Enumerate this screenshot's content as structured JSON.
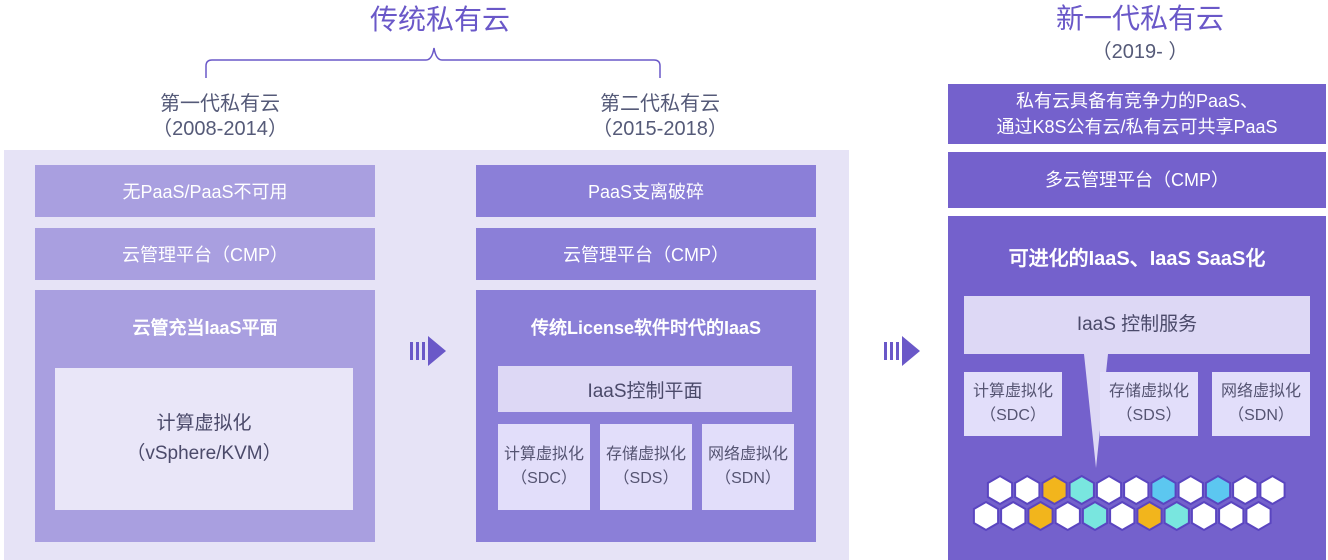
{
  "headers": {
    "traditional": "传统私有云",
    "new_gen": "新一代私有云",
    "new_gen_years": "（2019-  ）"
  },
  "gen1": {
    "title": "第一代私有云",
    "years": "（2008-2014）",
    "paas": "无PaaS/PaaS不可用",
    "cmp": "云管理平台（CMP）",
    "iaas_title": "云管充当IaaS平面",
    "compute_line1": "计算虚拟化",
    "compute_line2": "（vSphere/KVM）"
  },
  "gen2": {
    "title": "第二代私有云",
    "years": "（2015-2018）",
    "paas": "PaaS支离破碎",
    "cmp": "云管理平台（CMP）",
    "iaas_title": "传统License软件时代的IaaS",
    "control": "IaaS控制平面",
    "boxes": [
      {
        "name": "计算虚拟化",
        "abbr": "（SDC）"
      },
      {
        "name": "存储虚拟化",
        "abbr": "（SDS）"
      },
      {
        "name": "网络虚拟化",
        "abbr": "（SDN）"
      }
    ]
  },
  "gen3": {
    "paas_line1": "私有云具备有竞争力的PaaS、",
    "paas_line2": "通过K8S公有云/私有云可共享PaaS",
    "cmp": "多云管理平台（CMP）",
    "iaas_title": "可进化的IaaS、IaaS SaaS化",
    "control": "IaaS 控制服务",
    "boxes": [
      {
        "name": "计算虚拟化",
        "abbr": "（SDC）"
      },
      {
        "name": "存储虚拟化",
        "abbr": "（SDS）"
      },
      {
        "name": "网络虚拟化",
        "abbr": "（SDN）"
      }
    ]
  },
  "colors": {
    "light_band": "#a99fe0",
    "mid_band": "#8b7fd8",
    "dark_band": "#7461cc",
    "hex_white": "#ffffff",
    "hex_blue": "#5cc7f0",
    "hex_gold": "#f2b51c",
    "hex_teal": "#79e6df"
  },
  "hexagons_top": [
    "white",
    "white",
    "gold",
    "teal",
    "white",
    "white",
    "blue",
    "white",
    "blue",
    "white",
    "white"
  ],
  "hexagons_bottom": [
    "white",
    "white",
    "gold",
    "white",
    "teal",
    "white",
    "gold",
    "teal",
    "white",
    "white",
    "white"
  ]
}
